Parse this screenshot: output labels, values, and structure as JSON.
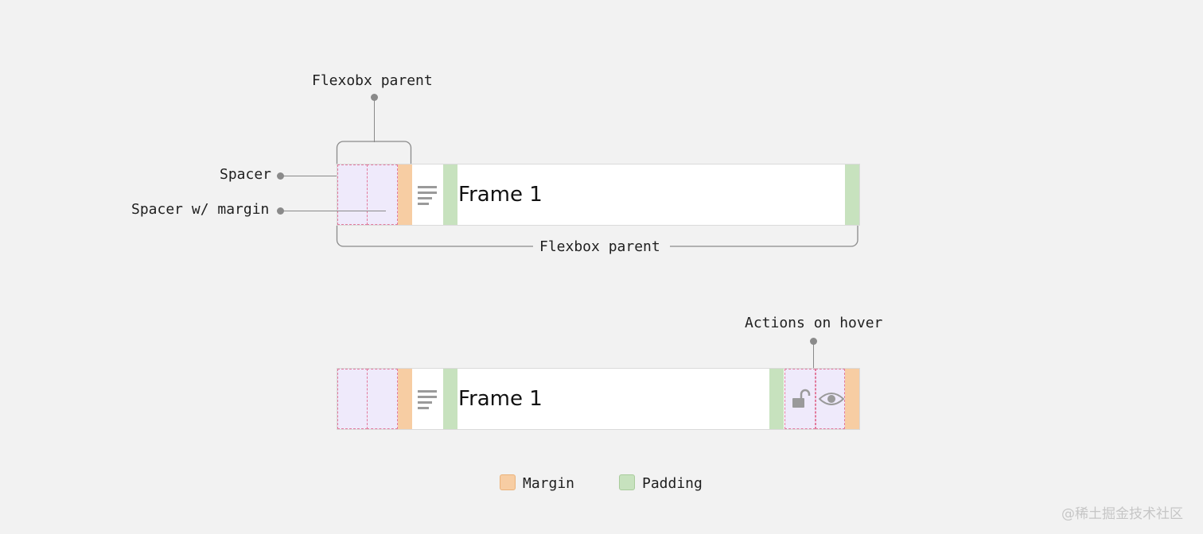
{
  "annotations": {
    "top_label": "Flexobx parent",
    "spacer_label": "Spacer",
    "spacer_margin_label": "Spacer w/ margin",
    "bottom_label": "Flexbox parent",
    "actions_label": "Actions on hover"
  },
  "rows": [
    {
      "frame_label": "Frame 1"
    },
    {
      "frame_label": "Frame 1"
    }
  ],
  "legend": {
    "margin_label": "Margin",
    "padding_label": "Padding"
  },
  "colors": {
    "margin": "#f7cda3",
    "padding": "#c7e2be",
    "spacer_fill": "#efeafb",
    "spacer_border": "#e27a9c"
  },
  "watermark": "@稀土掘金技术社区"
}
